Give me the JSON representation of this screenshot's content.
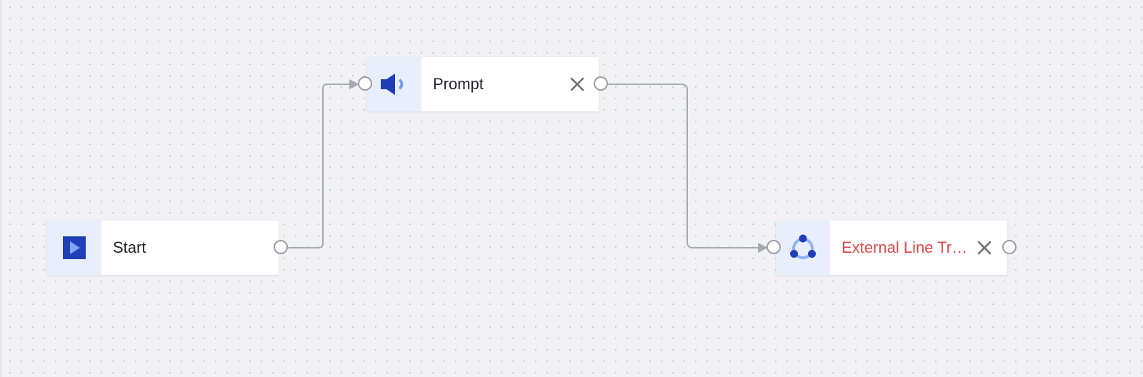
{
  "canvas": {
    "background": "#f1f2f6",
    "dot_color": "#c2c5cf"
  },
  "nodes": {
    "start": {
      "label": "Start",
      "icon": "play-icon",
      "icon_color": "#1f3fb8"
    },
    "prompt": {
      "label": "Prompt",
      "icon": "speaker-icon",
      "icon_color": "#1f3fb8",
      "close_icon": "close-icon"
    },
    "external_line_transfer": {
      "label": "External Line Tr…",
      "status": "error",
      "label_color": "#d94b4b",
      "icon": "share-network-icon",
      "icon_color": "#1f3fb8",
      "close_icon": "close-icon"
    }
  },
  "edges": [
    {
      "from": "start",
      "to": "prompt"
    },
    {
      "from": "prompt",
      "to": "external_line_transfer"
    }
  ],
  "edge_color": "#a6a9b0",
  "accent_panel_color": "#e8eefb"
}
